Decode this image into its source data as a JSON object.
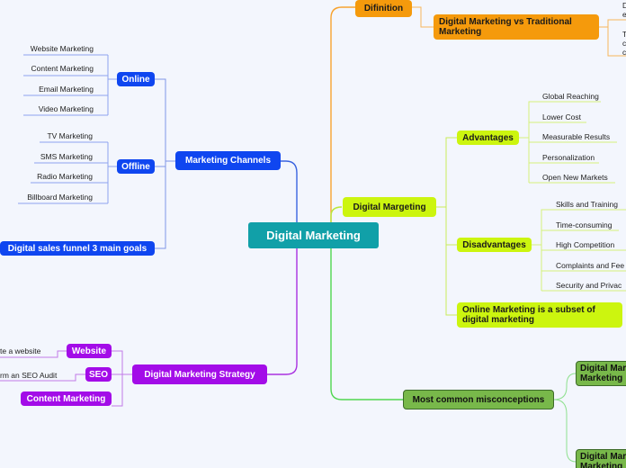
{
  "center": "Digital Marketing",
  "channels": {
    "label": "Marketing Channels",
    "online": {
      "label": "Online",
      "items": [
        "Website Marketing",
        "Content Marketing",
        "Email Marketing",
        "Video Marketing"
      ]
    },
    "offline": {
      "label": "Offline",
      "items": [
        "TV Marketing",
        "SMS Marketing",
        "Radio Marketing",
        "Billboard Marketing"
      ]
    },
    "funnel": "Digital sales funnel 3 main goals"
  },
  "strategy": {
    "label": "Digital Marketing Strategy",
    "website": {
      "label": "Website",
      "child": "te a website"
    },
    "seo": {
      "label": "SEO",
      "child": "rm an SEO Audit"
    },
    "content": "Content Marketing"
  },
  "definition": {
    "label": "Difinition",
    "vs": "Digital Marketing vs Traditional Marketing",
    "vs_children": [
      [
        "D",
        "e"
      ],
      [
        "T",
        "c",
        "c"
      ]
    ]
  },
  "margeting": {
    "label": "Digital Margeting",
    "advantages": {
      "label": "Advantages",
      "items": [
        "Global Reaching",
        "Lower Cost",
        "Measurable Results",
        "Personalization",
        "Open New Markets"
      ]
    },
    "disadvantages": {
      "label": "Disadvantages",
      "items": [
        "Skills and Training",
        "Time-consuming",
        "High Competition",
        "Complaints and Fee",
        "Security and Privac"
      ]
    },
    "subset": "Online Marketing is a subset of digital marketing"
  },
  "misconceptions": {
    "label": "Most common misconceptions",
    "items": [
      "Digital Mar Marketing",
      "Digital Mar Marketing"
    ]
  }
}
